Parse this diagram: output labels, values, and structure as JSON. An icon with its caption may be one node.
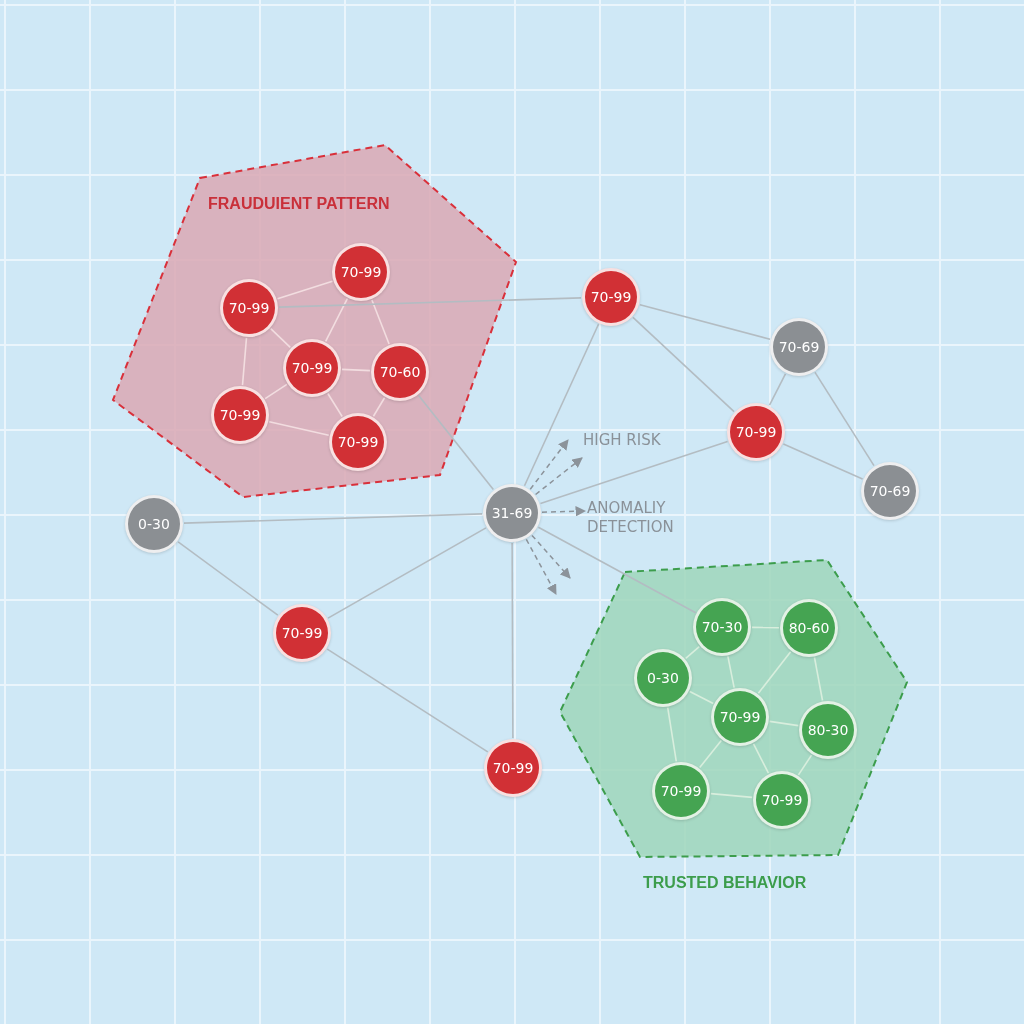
{
  "diagram": {
    "nodes": [
      {
        "text": [
          "FRAUDUIENT PATTERN"
        ]
      },
      {
        "text": [
          "70-99"
        ],
        "in": 0
      },
      {
        "text": [
          "70-99"
        ],
        "in": 0
      },
      {
        "text": [
          "70-99"
        ],
        "in": 0
      },
      {
        "text": [
          "70-60"
        ],
        "in": 0
      },
      {
        "text": [
          "70-99"
        ],
        "in": 0
      },
      {
        "text": [
          "70-99"
        ],
        "in": 0
      },
      {
        "text": [
          "70-99"
        ]
      },
      {
        "text": [
          "70-69"
        ]
      },
      {
        "text": [
          "0-30"
        ]
      },
      {
        "text": [
          "31-69"
        ]
      },
      {
        "text": [
          "70-99"
        ]
      },
      {
        "text": [
          "70-69"
        ]
      },
      {
        "text": [
          "TRUSTED BEHAVIOR"
        ]
      },
      {
        "text": [
          "70-30"
        ],
        "in": 13
      },
      {
        "text": [
          "80-60"
        ],
        "in": 13
      },
      {
        "text": [
          "0-30"
        ],
        "in": 13
      },
      {
        "text": [
          "70-99"
        ],
        "in": 13
      },
      {
        "text": [
          "80-30"
        ],
        "in": 13
      },
      {
        "text": [
          "70-99"
        ],
        "in": 13
      },
      {
        "text": [
          "70-99"
        ],
        "in": 13
      },
      {
        "text": [
          "70-99"
        ]
      },
      {
        "text": [
          "70-99"
        ]
      },
      {
        "text": [
          "HIGH RISK"
        ]
      },
      {
        "text": [
          "ANOMALIY DETECTION"
        ]
      }
    ],
    "edges": [
      {
        "from": 1,
        "to": 2,
        "arrow": "none",
        "color": "#f2dde0"
      },
      {
        "from": 1,
        "to": 3,
        "arrow": "none",
        "color": "#f2dde0"
      },
      {
        "from": 1,
        "to": 5,
        "arrow": "none",
        "color": "#f2dde0"
      },
      {
        "from": 2,
        "to": 3,
        "arrow": "none",
        "color": "#f2dde0"
      },
      {
        "from": 2,
        "to": 4,
        "arrow": "none",
        "color": "#f2dde0"
      },
      {
        "from": 3,
        "to": 4,
        "arrow": "none",
        "color": "#f2dde0"
      },
      {
        "from": 3,
        "to": 5,
        "arrow": "none",
        "color": "#f2dde0"
      },
      {
        "from": 3,
        "to": 6,
        "arrow": "none",
        "color": "#f2dde0"
      },
      {
        "from": 4,
        "to": 6,
        "arrow": "none",
        "color": "#f2dde0"
      },
      {
        "from": 5,
        "to": 6,
        "arrow": "none",
        "color": "#f2dde0"
      },
      {
        "from": 1,
        "to": 7,
        "arrow": "none"
      },
      {
        "from": 4,
        "to": 10,
        "arrow": "none"
      },
      {
        "from": 7,
        "to": 8,
        "arrow": "none"
      },
      {
        "from": 7,
        "to": 11,
        "arrow": "none"
      },
      {
        "from": 7,
        "to": 10,
        "arrow": "none"
      },
      {
        "from": 8,
        "to": 11,
        "arrow": "none"
      },
      {
        "from": 8,
        "to": 12,
        "arrow": "none"
      },
      {
        "from": 11,
        "to": 12,
        "arrow": "none"
      },
      {
        "from": 11,
        "to": 10,
        "arrow": "none"
      },
      {
        "from": 9,
        "to": 10,
        "arrow": "none"
      },
      {
        "from": 9,
        "to": 21,
        "arrow": "none"
      },
      {
        "from": 21,
        "to": 10,
        "arrow": "none"
      },
      {
        "from": 21,
        "to": 22,
        "arrow": "none"
      },
      {
        "from": 10,
        "to": 22,
        "arrow": "none"
      },
      {
        "from": 10,
        "to": 14,
        "arrow": "none"
      },
      {
        "from": 14,
        "to": 15,
        "arrow": "none",
        "color": "#d8eedd"
      },
      {
        "from": 14,
        "to": 16,
        "arrow": "none",
        "color": "#d8eedd"
      },
      {
        "from": 14,
        "to": 17,
        "arrow": "none",
        "color": "#d8eedd"
      },
      {
        "from": 15,
        "to": 17,
        "arrow": "none",
        "color": "#d8eedd"
      },
      {
        "from": 15,
        "to": 18,
        "arrow": "none",
        "color": "#d8eedd"
      },
      {
        "from": 16,
        "to": 17,
        "arrow": "none",
        "color": "#d8eedd"
      },
      {
        "from": 16,
        "to": 19,
        "arrow": "none",
        "color": "#d8eedd"
      },
      {
        "from": 17,
        "to": 18,
        "arrow": "none",
        "color": "#d8eedd"
      },
      {
        "from": 17,
        "to": 19,
        "arrow": "none",
        "color": "#d8eedd"
      },
      {
        "from": 17,
        "to": 20,
        "arrow": "none",
        "color": "#d8eedd"
      },
      {
        "from": 18,
        "to": 20,
        "arrow": "none",
        "color": "#d8eedd"
      },
      {
        "from": 19,
        "to": 20,
        "arrow": "none",
        "color": "#d8eedd"
      },
      {
        "from": 10,
        "to": 23,
        "arrow": "to",
        "style": "dashed",
        "color": "#8c939a"
      },
      {
        "from": 10,
        "to": 23,
        "arrow": "to",
        "style": "dashed",
        "color": "#8c939a"
      },
      {
        "from": 10,
        "to": 24,
        "arrow": "to",
        "style": "dashed",
        "color": "#8c939a"
      },
      {
        "from": 10,
        "to": null,
        "arrow": "to",
        "style": "dashed",
        "color": "#8c939a"
      },
      {
        "from": 10,
        "to": null,
        "arrow": "to",
        "style": "dashed",
        "color": "#8c939a"
      }
    ]
  }
}
